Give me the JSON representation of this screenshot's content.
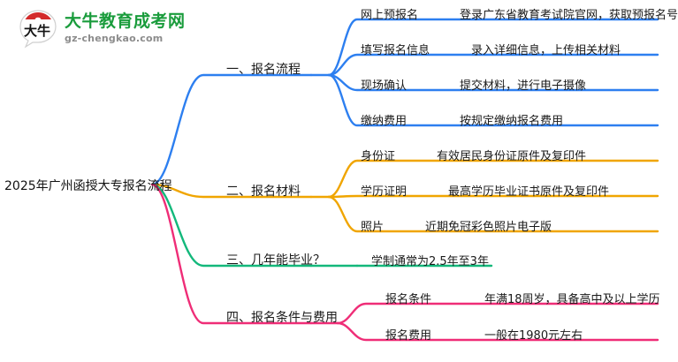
{
  "logo": {
    "mark_name": "daniu-circle-logo",
    "mark_text": "大牛",
    "title": "大牛教育成考网",
    "subtitle": "gz-chengkao.com",
    "title_color": "#1a9c3c",
    "mark_color": "#d32b2b"
  },
  "mindmap": {
    "root": {
      "label": "2025年广州函授大专报名流程"
    },
    "branches": [
      {
        "label": "一、报名流程",
        "color": "#2d7ff0",
        "children": [
          {
            "label": "网上预报名",
            "desc": "登录广东省教育考试院官网，获取预报名号"
          },
          {
            "label": "填写报名信息",
            "desc": "录入详细信息，上传相关材料"
          },
          {
            "label": "现场确认",
            "desc": "提交材料，进行电子摄像"
          },
          {
            "label": "缴纳费用",
            "desc": "按规定缴纳报名费用"
          }
        ]
      },
      {
        "label": "二、报名材料",
        "color": "#f0a500",
        "children": [
          {
            "label": "身份证",
            "desc": "有效居民身份证原件及复印件"
          },
          {
            "label": "学历证明",
            "desc": "最高学历毕业证书原件及复印件"
          },
          {
            "label": "照片",
            "desc": "近期免冠彩色照片电子版"
          }
        ]
      },
      {
        "label": "三、几年能毕业？",
        "color": "#13b87b",
        "children": [
          {
            "label": "学制通常为2.5年至3年",
            "desc": ""
          }
        ]
      },
      {
        "label": "四、报名条件与费用",
        "color": "#ef2d77",
        "children": [
          {
            "label": "报名条件",
            "desc": "年满18周岁，具备高中及以上学历"
          },
          {
            "label": "报名费用",
            "desc": "一般在1980元左右"
          }
        ]
      }
    ]
  }
}
